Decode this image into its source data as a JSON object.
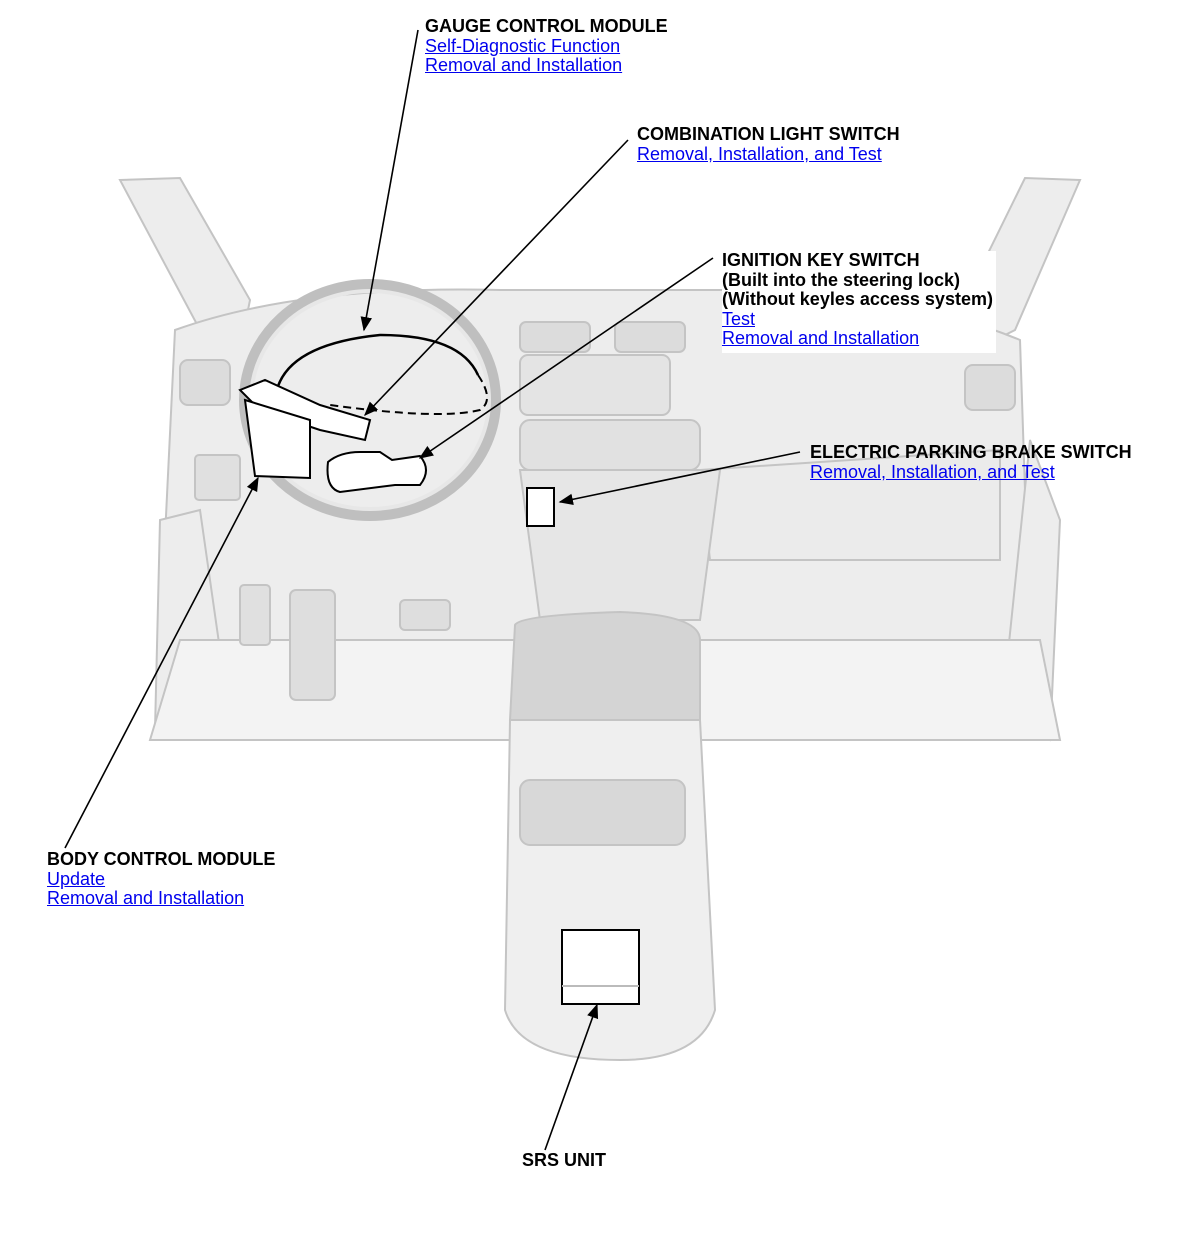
{
  "components": {
    "gauge_control_module": {
      "title": "GAUGE CONTROL MODULE",
      "links": [
        "Self-Diagnostic Function",
        "Removal and Installation"
      ]
    },
    "combination_light_switch": {
      "title": "COMBINATION LIGHT SWITCH",
      "links": [
        "Removal, Installation, and Test"
      ]
    },
    "ignition_key_switch": {
      "title": "IGNITION KEY SWITCH",
      "notes": [
        "(Built into the steering lock)",
        "(Without keyles access system)"
      ],
      "links": [
        "Test",
        "Removal and Installation"
      ]
    },
    "electric_parking_brake_switch": {
      "title": "ELECTRIC PARKING BRAKE SWITCH",
      "links": [
        "Removal, Installation, and Test"
      ]
    },
    "body_control_module": {
      "title": "BODY CONTROL MODULE",
      "links": [
        "Update",
        "Removal and Installation"
      ]
    },
    "srs_unit": {
      "title": "SRS UNIT"
    }
  },
  "colors": {
    "link": "#0000ee",
    "text": "#000000",
    "illustration_fill": "#ececec",
    "illustration_stroke": "#bdbdbd"
  }
}
